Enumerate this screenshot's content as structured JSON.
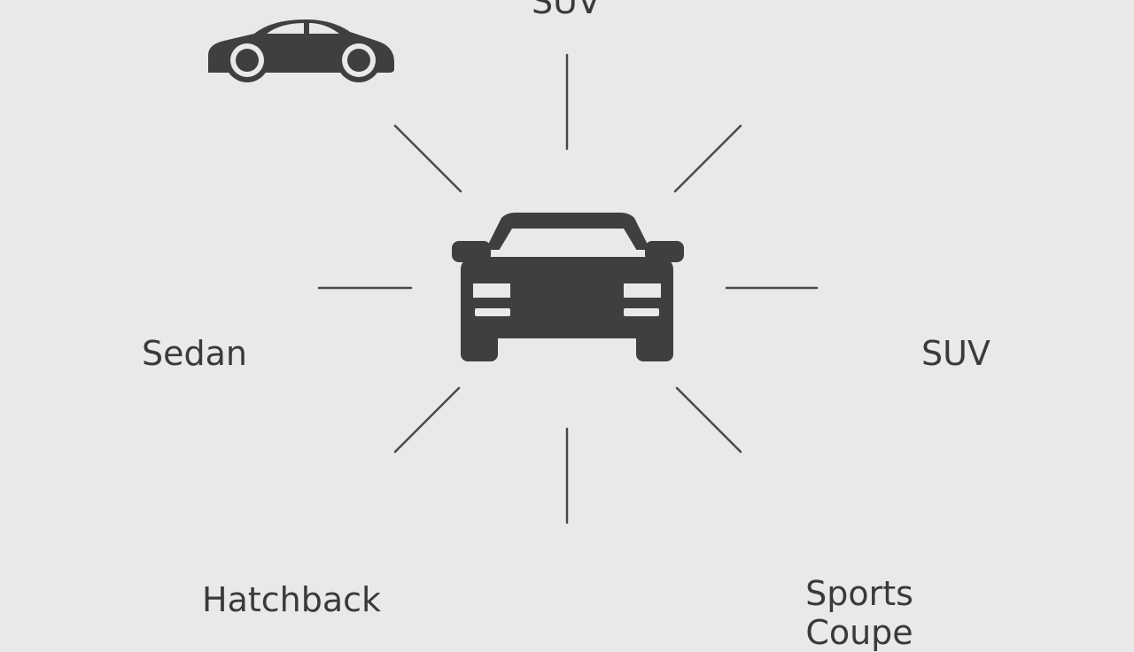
{
  "colors": {
    "background": "#e9e9e9",
    "icon": "#3f3f3f",
    "line": "#4a4a4a",
    "text": "#3a3a3a"
  },
  "center_icon": "car-front-icon",
  "nodes": [
    {
      "id": "top-left",
      "icon": "sedan-car-icon",
      "label": ""
    },
    {
      "id": "top",
      "icon": "",
      "label": "SUV"
    },
    {
      "id": "top-right",
      "icon": "hatchback-car-icon",
      "label": ""
    },
    {
      "id": "left",
      "icon": "sedan-car-icon",
      "label": "Sedan"
    },
    {
      "id": "right",
      "icon": "suv-car-icon",
      "label": "SUV"
    },
    {
      "id": "bottom-left",
      "icon": "pickup-truck-icon",
      "label": "Hatchback"
    },
    {
      "id": "bottom",
      "icon": "pickup-truck-icon",
      "label": ""
    },
    {
      "id": "bottom-right",
      "icon": "pickup-truck-icon",
      "label": "Sports\nCoupe"
    }
  ]
}
